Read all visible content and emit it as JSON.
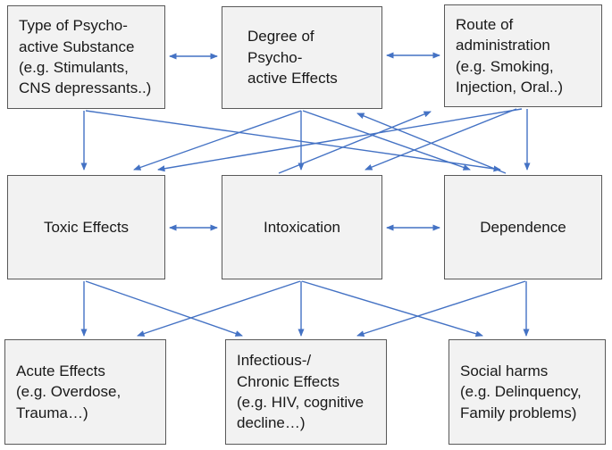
{
  "title": "Determinants and consequences of psychoactive substance use (flow diagram)",
  "colors": {
    "arrow": "#4472C4",
    "box_fill": "#f2f2f2",
    "box_border": "#595959",
    "text": "#191919",
    "background": "#ffffff"
  },
  "nodes": {
    "type_of_substance": {
      "text": "Type of Psycho-\nactive Substance\n(e.g. Stimulants,\nCNS depressants..)"
    },
    "degree_of_effects": {
      "text": "Degree of Psycho-\nactive Effects"
    },
    "route_of_administration": {
      "text": "Route of\nadministration\n(e.g. Smoking,\nInjection, Oral..)"
    },
    "toxic_effects": {
      "text": "Toxic Effects"
    },
    "intoxication": {
      "text": "Intoxication"
    },
    "dependence": {
      "text": "Dependence"
    },
    "acute_effects": {
      "text": "Acute Effects\n(e.g. Overdose,\nTrauma…)"
    },
    "infectious_chronic_effects": {
      "text": "Infectious-/\nChronic Effects\n(e.g. HIV, cognitive\ndecline…)"
    },
    "social_harms": {
      "text": "Social harms\n(e.g. Delinquency,\nFamily problems)"
    }
  },
  "connections": [
    {
      "from": "type_of_substance",
      "to": "degree_of_effects",
      "bidirectional": true
    },
    {
      "from": "degree_of_effects",
      "to": "route_of_administration",
      "bidirectional": true
    },
    {
      "from": "type_of_substance",
      "to": "toxic_effects",
      "bidirectional": false
    },
    {
      "from": "type_of_substance",
      "to": "dependence",
      "bidirectional": false
    },
    {
      "from": "degree_of_effects",
      "to": "toxic_effects",
      "bidirectional": false
    },
    {
      "from": "degree_of_effects",
      "to": "intoxication",
      "bidirectional": false
    },
    {
      "from": "degree_of_effects",
      "to": "dependence",
      "bidirectional": false
    },
    {
      "from": "route_of_administration",
      "to": "toxic_effects",
      "bidirectional": false
    },
    {
      "from": "route_of_administration",
      "to": "intoxication",
      "bidirectional": false
    },
    {
      "from": "route_of_administration",
      "to": "dependence",
      "bidirectional": false
    },
    {
      "from": "dependence",
      "to": "degree_of_effects",
      "bidirectional": false
    },
    {
      "from": "intoxication",
      "to": "route_of_administration",
      "bidirectional": false
    },
    {
      "from": "toxic_effects",
      "to": "intoxication",
      "bidirectional": true
    },
    {
      "from": "intoxication",
      "to": "dependence",
      "bidirectional": true
    },
    {
      "from": "toxic_effects",
      "to": "acute_effects",
      "bidirectional": false
    },
    {
      "from": "toxic_effects",
      "to": "infectious_chronic_effects",
      "bidirectional": false
    },
    {
      "from": "intoxication",
      "to": "acute_effects",
      "bidirectional": false
    },
    {
      "from": "intoxication",
      "to": "infectious_chronic_effects",
      "bidirectional": false
    },
    {
      "from": "intoxication",
      "to": "social_harms",
      "bidirectional": false
    },
    {
      "from": "dependence",
      "to": "infectious_chronic_effects",
      "bidirectional": false
    },
    {
      "from": "dependence",
      "to": "social_harms",
      "bidirectional": false
    }
  ]
}
